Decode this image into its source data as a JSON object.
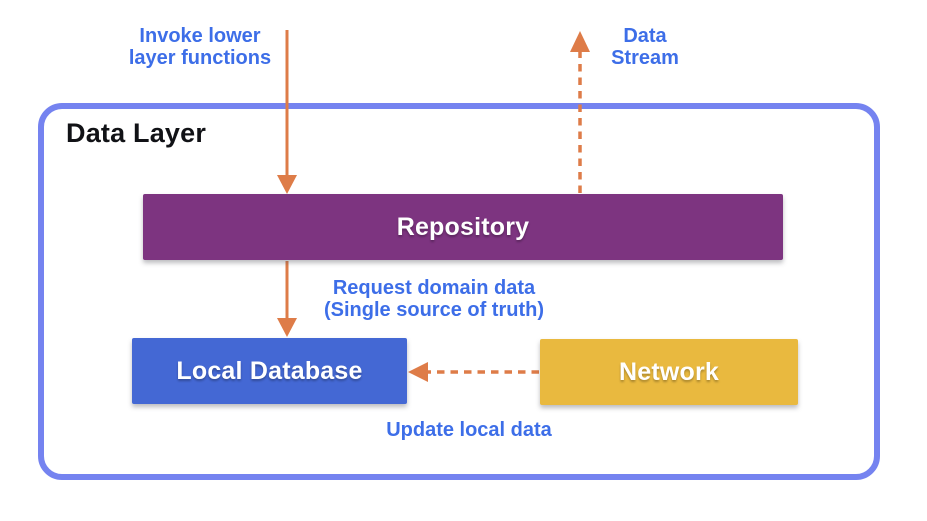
{
  "container": {
    "title": "Data Layer"
  },
  "nodes": {
    "repository": {
      "label": "Repository"
    },
    "local_database": {
      "label": "Local Database"
    },
    "network": {
      "label": "Network"
    }
  },
  "annotations": {
    "invoke": "Invoke lower\nlayer functions",
    "data_stream": "Data\nStream",
    "request": "Request domain data\n(Single source of truth)",
    "update": "Update local data"
  },
  "colors": {
    "arrow_orange": "#DE7C48",
    "label_blue": "#3D6EE8",
    "layer_border": "#7583F0",
    "repository_bg": "#7D3480",
    "local_database_bg": "#4468D4",
    "network_bg": "#E9B93F"
  }
}
